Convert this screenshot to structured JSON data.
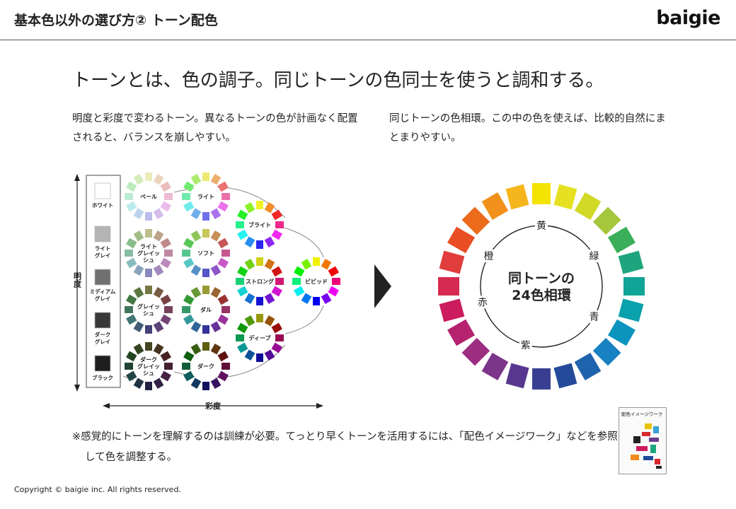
{
  "header": {
    "title": "基本色以外の選び方②  トーン配色",
    "logo": "baigie"
  },
  "headline": "トーンとは、色の調子。同じトーンの色同士を使うと調和する。",
  "left_desc": "明度と彩度で変わるトーン。異なるトーンの色が計画なく配置されると、バランスを崩しやすい。",
  "right_desc": "同じトーンの色相環。この中の色を使えば、比較的自然にまとまりやすい。",
  "diagram": {
    "vertical_axis": "明度",
    "horizontal_axis": "彩度",
    "grays": [
      {
        "label": "ホワイト",
        "color": "#ffffff"
      },
      {
        "label": "ライト\nグレイ",
        "color": "#b4b4b4"
      },
      {
        "label": "ミディアム\nグレイ",
        "color": "#707070"
      },
      {
        "label": "ダーク\nグレイ",
        "color": "#383838"
      },
      {
        "label": "ブラック",
        "color": "#1e1e1e"
      }
    ],
    "tones": [
      {
        "label": "ペール",
        "sat": 0.55,
        "light": 0.83
      },
      {
        "label": "ライト",
        "sat": 0.75,
        "light": 0.68
      },
      {
        "label": "ブライト",
        "sat": 0.88,
        "light": 0.55
      },
      {
        "label": "ライト\nグレイッ\nシュ",
        "sat": 0.28,
        "light": 0.64
      },
      {
        "label": "ソフト",
        "sat": 0.5,
        "light": 0.56
      },
      {
        "label": "ストロング",
        "sat": 0.82,
        "light": 0.45
      },
      {
        "label": "ビビッド",
        "sat": 1.0,
        "light": 0.47
      },
      {
        "label": "グレイッ\nシュ",
        "sat": 0.28,
        "light": 0.36
      },
      {
        "label": "ダル",
        "sat": 0.5,
        "light": 0.4
      },
      {
        "label": "ディープ",
        "sat": 0.85,
        "light": 0.32
      },
      {
        "label": "ダーク\nグレイッ\nシュ",
        "sat": 0.35,
        "light": 0.2
      },
      {
        "label": "ダーク",
        "sat": 0.7,
        "light": 0.22
      }
    ]
  },
  "hue_ring": {
    "center_label": "同トーンの\n24色相環",
    "hue_labels": [
      "黄",
      "緑",
      "青",
      "紫",
      "赤",
      "橙"
    ],
    "colors": [
      "#f4e200",
      "#e6e020",
      "#d2d926",
      "#a6c63c",
      "#3aae59",
      "#1ea57d",
      "#10a497",
      "#0aa1ac",
      "#0b94bd",
      "#1781c2",
      "#1d63ad",
      "#244b99",
      "#383f93",
      "#58388f",
      "#7c3589",
      "#9c2e82",
      "#b6226f",
      "#cc1c5e",
      "#d62a50",
      "#e03d3c",
      "#e94e24",
      "#ec6b1b",
      "#f1901a",
      "#f5b51c"
    ]
  },
  "footnote": "※感覚的にトーンを理解するのは訓練が必要。てっとり早くトーンを活用するには、「配色イメージワーク」などを参照して色を調整する。",
  "book": {
    "title": "配色イメージワーク"
  },
  "copyright": "Copyright © baigie inc. All rights reserved."
}
